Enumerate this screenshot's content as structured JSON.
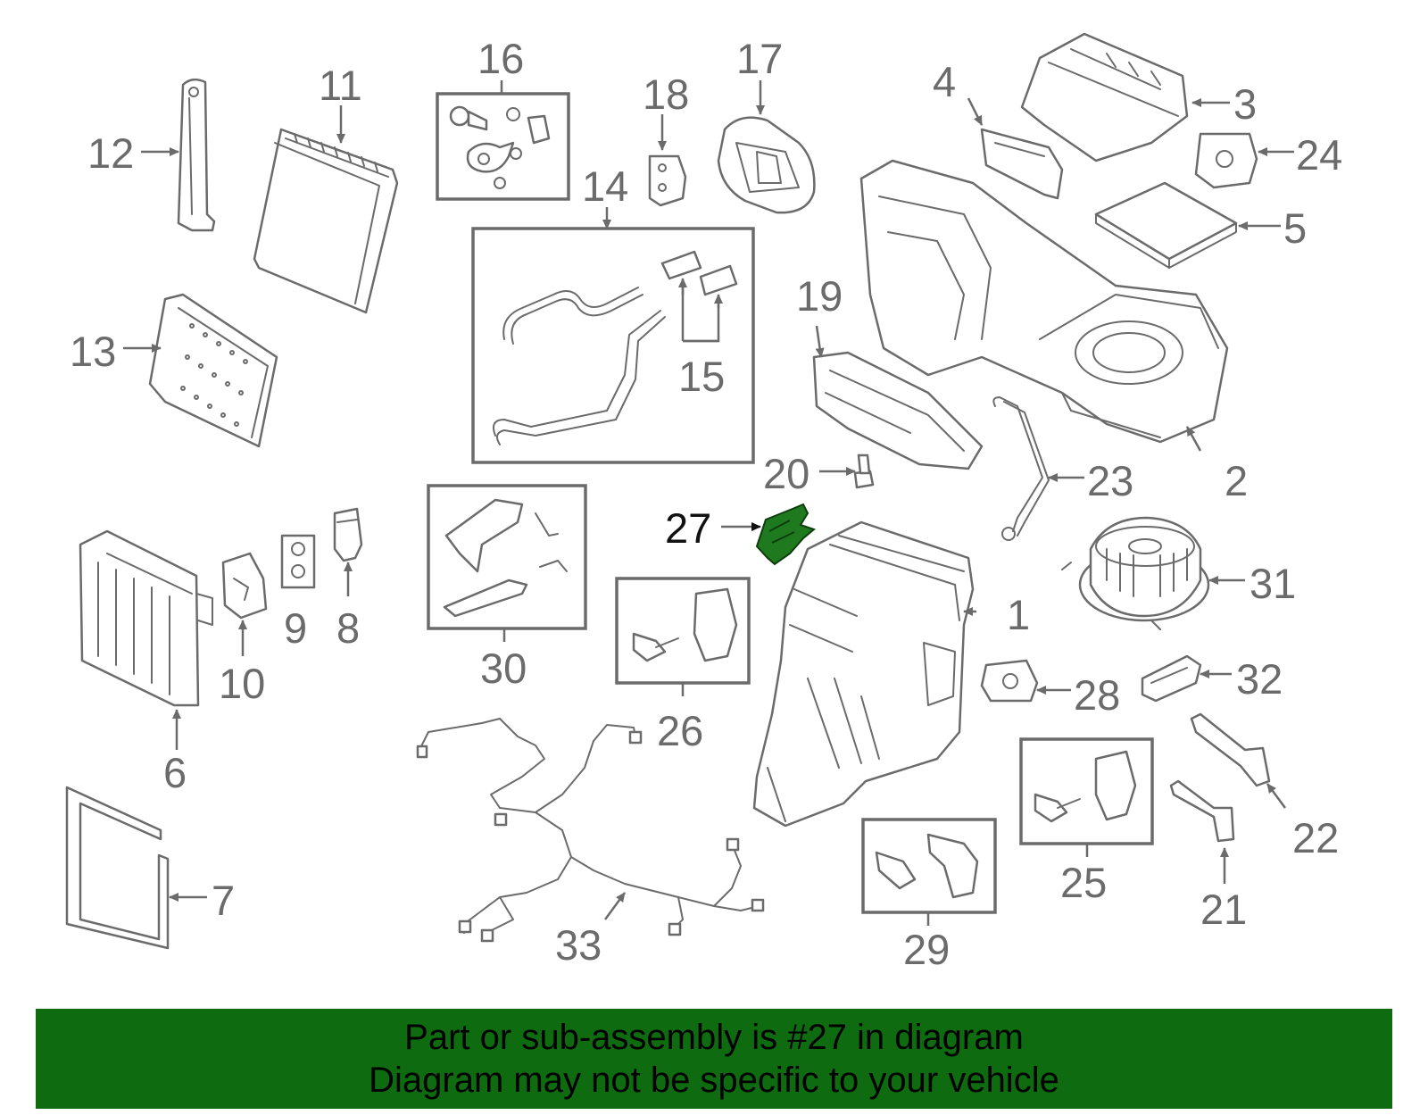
{
  "diagram": {
    "highlighted_part": "27",
    "callouts": [
      "1",
      "2",
      "3",
      "4",
      "5",
      "6",
      "7",
      "8",
      "9",
      "10",
      "11",
      "12",
      "13",
      "14",
      "15",
      "16",
      "17",
      "18",
      "19",
      "20",
      "21",
      "22",
      "23",
      "24",
      "25",
      "26",
      "27",
      "28",
      "29",
      "30",
      "31",
      "32",
      "33"
    ],
    "colors": {
      "line": "#6b6b6b",
      "highlight": "#1f7a1f",
      "banner": "#0f6b0f"
    }
  },
  "banner": {
    "line1": "Part or sub-assembly is #27 in diagram",
    "line2": "Diagram may not be specific to your vehicle"
  }
}
